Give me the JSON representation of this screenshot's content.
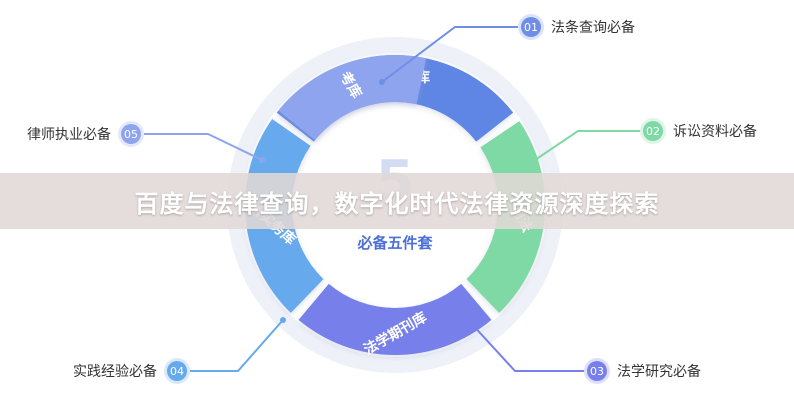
{
  "center": {
    "big_letter": "5",
    "subtitle": "必备五件套"
  },
  "ring_segments": [
    {
      "label": "法律法规库",
      "color": "#5e86e4"
    },
    {
      "label": "司法",
      "color": "#7fd9a4"
    },
    {
      "label": "法学期刊库",
      "color": "#7780ea"
    },
    {
      "label": "律所实务库",
      "color": "#66a9ec"
    },
    {
      "label": "考库",
      "color": "#8fa4ee"
    }
  ],
  "callouts": [
    {
      "num": "01",
      "label": "法条查询必备",
      "color": "#6f8fe6"
    },
    {
      "num": "02",
      "label": "诉讼资料必备",
      "color": "#7fd9a4"
    },
    {
      "num": "03",
      "label": "法学研究必备",
      "color": "#7780ea"
    },
    {
      "num": "04",
      "label": "实践经验必备",
      "color": "#66a9ec"
    },
    {
      "num": "05",
      "label": "律师执业必备",
      "color": "#8fa4ee"
    }
  ],
  "banner": {
    "title": "百度与法律查询，数字化时代法律资源深度探索"
  }
}
